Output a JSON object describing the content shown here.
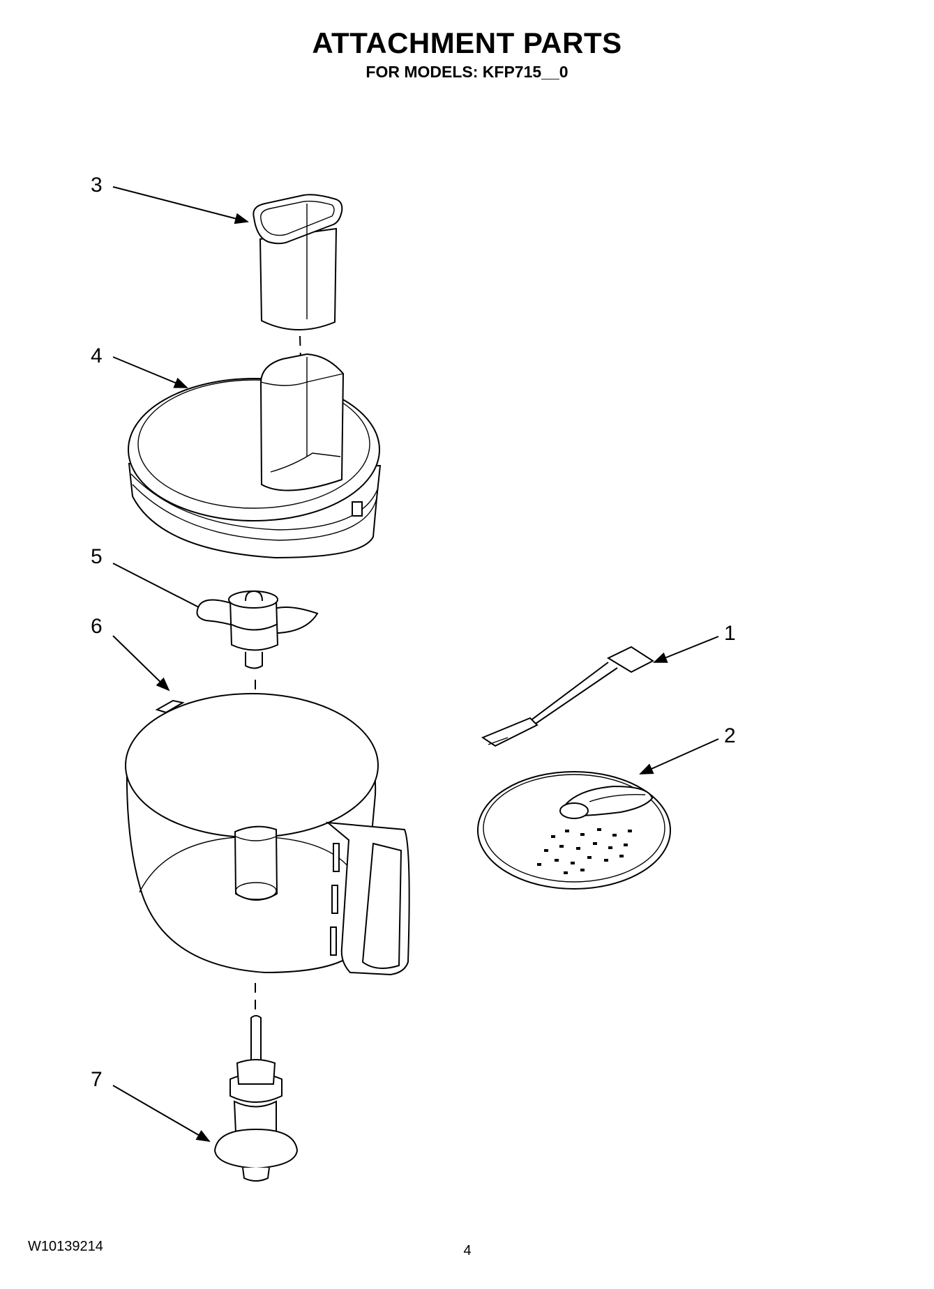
{
  "header": {
    "title": "ATTACHMENT PARTS",
    "subtitle": "FOR MODELS: KFP715__0"
  },
  "footer": {
    "doc_number": "W10139214",
    "page_number": "4"
  },
  "callouts": {
    "c1": "1",
    "c2": "2",
    "c3": "3",
    "c4": "4",
    "c5": "5",
    "c6": "6",
    "c7": "7"
  }
}
